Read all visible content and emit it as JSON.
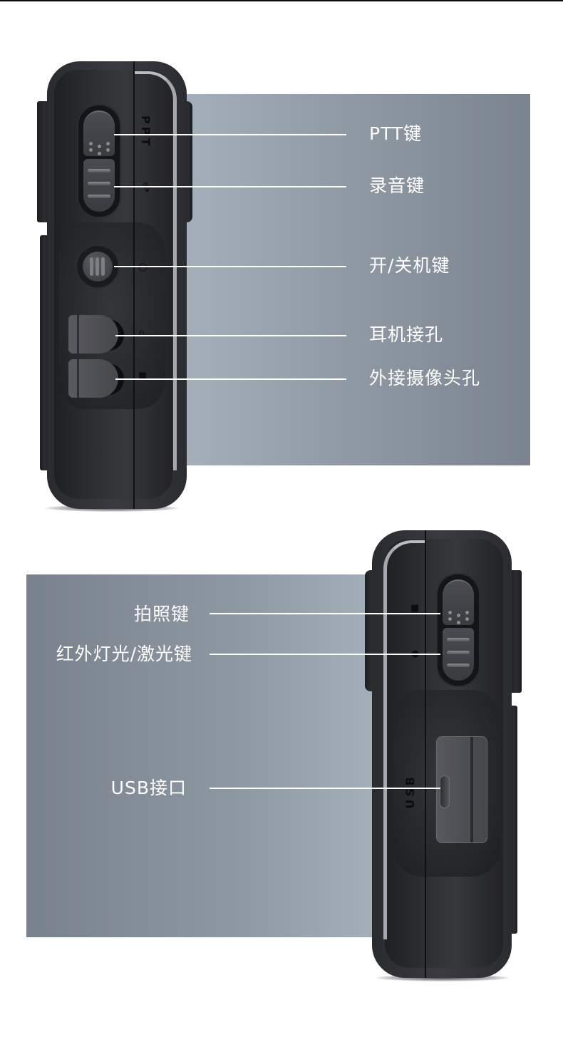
{
  "figure": {
    "type": "product-port-diagram",
    "background": "#ffffff",
    "panel_gradient": [
      "#a7b2bd",
      "#7b848e"
    ],
    "label_color": "#ffffff"
  },
  "top_view": {
    "device_markings": {
      "ptt_text": "PPT",
      "record_icon": "microphone-icon",
      "power_icon": "power-icon",
      "headphone_icon": "headphone-icon",
      "camera_port_icon": "camera-icon"
    },
    "callouts": [
      {
        "label": "PTT键"
      },
      {
        "label": "录音键"
      },
      {
        "label": "开/关机键"
      },
      {
        "label": "耳机接孔"
      },
      {
        "label": "外接摄像头孔"
      }
    ]
  },
  "bottom_view": {
    "device_markings": {
      "usb_text": "USB",
      "photo_icon": "camera-icon",
      "laser_icon": "dot-icon"
    },
    "callouts": [
      {
        "label": "拍照键"
      },
      {
        "label": "红外灯光/激光键"
      },
      {
        "label": "USB接口"
      }
    ]
  }
}
